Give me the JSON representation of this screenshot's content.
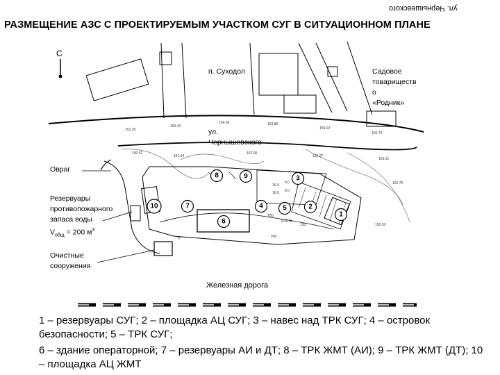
{
  "mirrored_caption": "ул. Чернышевского",
  "title": "РАЗМЕЩЕНИЕ АЗС С ПРОЕКТИРУЕМЫМ УЧАСТКОМ СУГ В СИТУАЦИОННОМ ПЛАНЕ",
  "labels": {
    "north": "С",
    "settlement": "п. Суходол",
    "garden_line1": "Садовое",
    "garden_line2": "товариществ",
    "garden_line3": "о",
    "garden_line4": "«Родник»",
    "street_line1": "ул.",
    "street_line2": "Чернышевского",
    "ravine": "Овраг",
    "reservoirs_line1": "Резервуары",
    "reservoirs_line2": "противопожарного",
    "reservoirs_line3": "запаса воды",
    "reservoirs_v": "V",
    "reservoirs_sub": "общ",
    "reservoirs_val": " = 200 м",
    "reservoirs_sup": "3",
    "treatment_line1": "Очистные",
    "treatment_line2": "сооружения",
    "railway": "Железная дорога"
  },
  "markers": [
    "1",
    "2",
    "3",
    "4",
    "5",
    "6",
    "7",
    "8",
    "9",
    "10"
  ],
  "legend": {
    "line1": "1 – резервуары СУГ; 2 – площадка АЦ СУГ; 3 – навес над ТРК СУГ; 4 – островок безопасности; 5 – ТРК СУГ;",
    "line2": "6 – здание операторной; 7 – резервуары АИ и ДТ; 8 – ТРК ЖМТ (АИ); 9 – ТРК ЖМТ (ДТ); 10 – площадка АЦ ЖМТ"
  }
}
